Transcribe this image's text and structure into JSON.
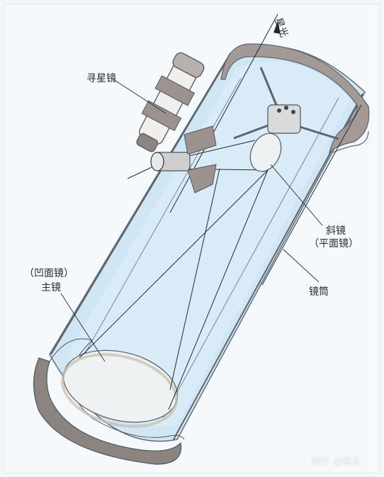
{
  "labels": {
    "starlight": "星光",
    "finder": "寻星镜",
    "diagonal": "斜镜",
    "diagonal_type": "（平面镜）",
    "primary_type": "（凹面镜）",
    "primary": "主镜",
    "tube": "镜筒"
  },
  "watermark": "知乎 @星念",
  "colors": {
    "background": "#f3f7fa",
    "tube_fill": "#cfe6f3",
    "tube_stroke": "#5b6470",
    "rim": "#8c8480",
    "mirror": "#eef2f3",
    "ray": "#1f2a36"
  }
}
